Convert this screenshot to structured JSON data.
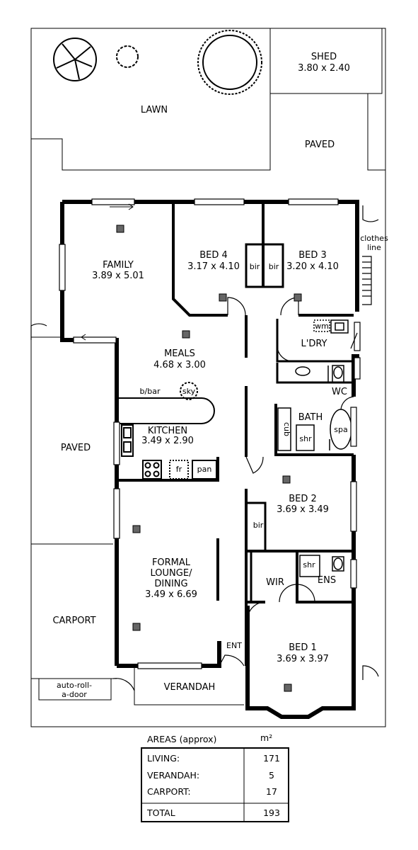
{
  "outdoor": {
    "lawn": "LAWN",
    "paved_top": "PAVED",
    "paved_side": "PAVED",
    "carport": "CARPORT",
    "verandah": "VERANDAH",
    "auto_door": [
      "auto-roll-",
      "a-door"
    ],
    "clothes_line": [
      "clothes",
      "line"
    ],
    "shed": {
      "name": "SHED",
      "dims": "3.80 x 2.40"
    }
  },
  "rooms": {
    "family": {
      "name": "FAMILY",
      "dims": "3.89 x 5.01"
    },
    "bed4": {
      "name": "BED 4",
      "dims": "3.17 x 4.10"
    },
    "bed3": {
      "name": "BED 3",
      "dims": "3.20 x 4.10"
    },
    "meals": {
      "name": "MEALS",
      "dims": "4.68 x 3.00"
    },
    "kitchen": {
      "name": "KITCHEN",
      "dims": "3.49 x 2.90"
    },
    "lounge": {
      "name": [
        "FORMAL",
        "LOUNGE/",
        "DINING"
      ],
      "dims": "3.49 x 6.69"
    },
    "bed2": {
      "name": "BED 2",
      "dims": "3.69 x 3.49"
    },
    "bed1": {
      "name": "BED 1",
      "dims": "3.69 x 3.97"
    },
    "ldry": {
      "name": "L'DRY"
    },
    "wc": {
      "name": "WC"
    },
    "bath": {
      "name": "BATH"
    },
    "ens": {
      "name": "ENS"
    },
    "wir": {
      "name": "WIR"
    },
    "ent": {
      "name": "ENT"
    }
  },
  "fixtures": {
    "bir": "bir",
    "wm": "wm",
    "cub": "cub",
    "shr": "shr",
    "spa": "spa",
    "fr": "fr",
    "pan": "pan",
    "sky": "sky",
    "bbar": "b/bar"
  },
  "areas_table": {
    "heading": "AREAS (approx)",
    "unit": "m²",
    "rows": [
      {
        "label": "LIVING:",
        "value": "171"
      },
      {
        "label": "VERANDAH:",
        "value": "5"
      },
      {
        "label": "CARPORT:",
        "value": "17"
      }
    ],
    "total": {
      "label": "TOTAL",
      "value": "193"
    }
  }
}
